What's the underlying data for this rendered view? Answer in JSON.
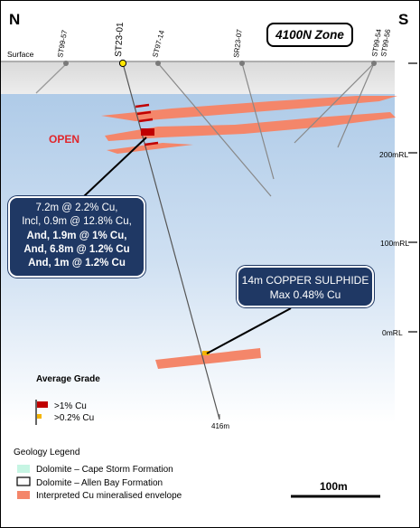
{
  "compass": {
    "left": "N",
    "right": "S"
  },
  "zone_title": "4100N Zone",
  "surface_label": "Surface",
  "open_label": "OPEN",
  "rl_labels": [
    "200mRL",
    "100mRL",
    "0mRL"
  ],
  "drillholes": [
    "ST99-57",
    "ST23-01",
    "ST97-14",
    "SR23-07",
    "ST99-54",
    "ST99-56"
  ],
  "hole_depth_label": "416m",
  "intercept_callout": {
    "line1": "7.2m @ 2.2% Cu,",
    "line2": "Incl, 0.9m @ 12.8% Cu,",
    "line3": "And, 1.9m @ 1% Cu,",
    "line4": "And, 6.8m @ 1.2% Cu",
    "line5": "And, 1m @ 1.2% Cu"
  },
  "sulphide_callout": {
    "line1": "14m COPPER SULPHIDE",
    "line2": "Max 0.48% Cu"
  },
  "grade_legend": {
    "title": "Average Grade",
    "items": [
      {
        "label": ">1% Cu",
        "color": "#c00000"
      },
      {
        "label": ">0.2% Cu",
        "color": "#f4b400"
      }
    ]
  },
  "geology_legend": {
    "title": "Geology Legend",
    "items": [
      {
        "label": "Dolomite – Cape Storm Formation",
        "color": "#c6f5e3"
      },
      {
        "label": "Dolomite – Allen Bay Formation",
        "color": "#ffffff"
      },
      {
        "label": "Interpreted Cu mineralised envelope",
        "color": "#f4866a"
      }
    ]
  },
  "scale_label": "100m",
  "colors": {
    "envelope": "#f4866a",
    "high_grade": "#c00000",
    "mid_grade": "#f4b400",
    "callout_bg": "#1f3864",
    "open_text": "#e0262b"
  }
}
